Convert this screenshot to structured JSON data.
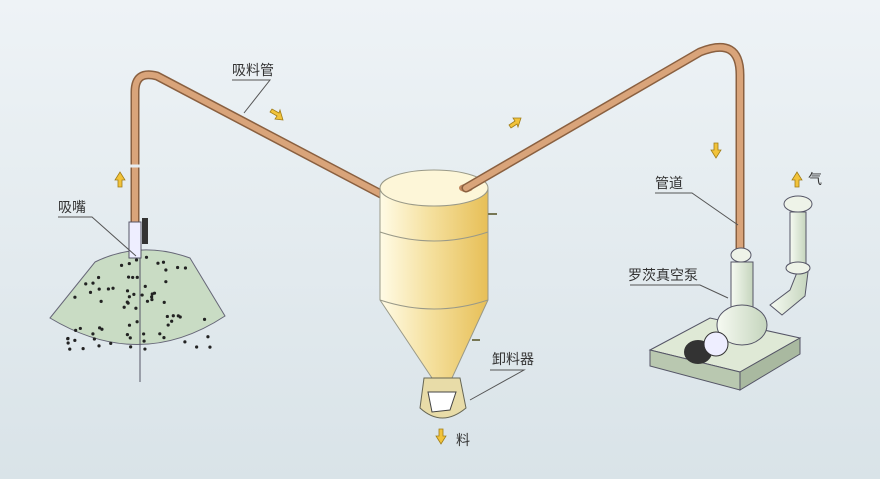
{
  "labels": {
    "suction_pipe": "吸料管",
    "suction_nozzle": "吸嘴",
    "discharger": "卸料器",
    "material_out": "料",
    "pipeline": "管道",
    "roots_vacuum_pump": "罗茨真空泵",
    "air_out": "气"
  },
  "colors": {
    "background": "#e6edf1",
    "pipe": "#d9a47a",
    "pipe_outline": "#8a6040",
    "separator": "#f2dc8c",
    "pile": "#c9dcc4",
    "pump": "#dfe9d6",
    "arrow": "#f2c33a"
  }
}
